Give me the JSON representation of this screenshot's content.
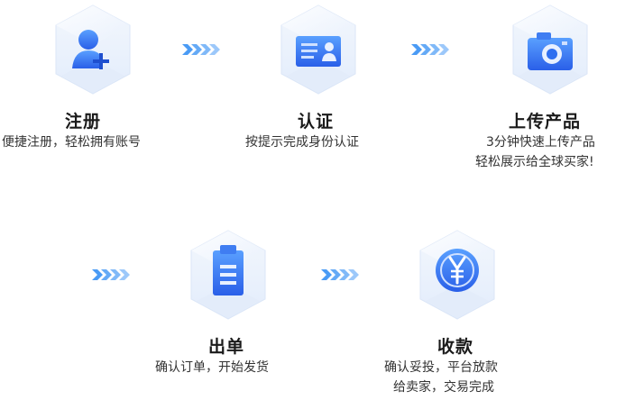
{
  "steps": [
    {
      "title": "注册",
      "desc": [
        "便捷注册，轻松拥有账号"
      ]
    },
    {
      "title": "认证",
      "desc": [
        "按提示完成身份认证"
      ]
    },
    {
      "title": "上传产品",
      "desc": [
        "3分钟快速上传产品",
        "轻松展示给全球买家!"
      ]
    },
    {
      "title": "出单",
      "desc": [
        "确认订单，开始发货"
      ]
    },
    {
      "title": "收款",
      "desc": [
        "确认妥投，平台放款",
        "给卖家，交易完成"
      ]
    }
  ],
  "icons": [
    "user-add-icon",
    "id-card-icon",
    "camera-icon",
    "clipboard-icon",
    "yuan-coin-icon"
  ],
  "colors": {
    "accent": "#2f6ff0",
    "arrow": "#4a9bf5",
    "platform": "#e6effc"
  }
}
